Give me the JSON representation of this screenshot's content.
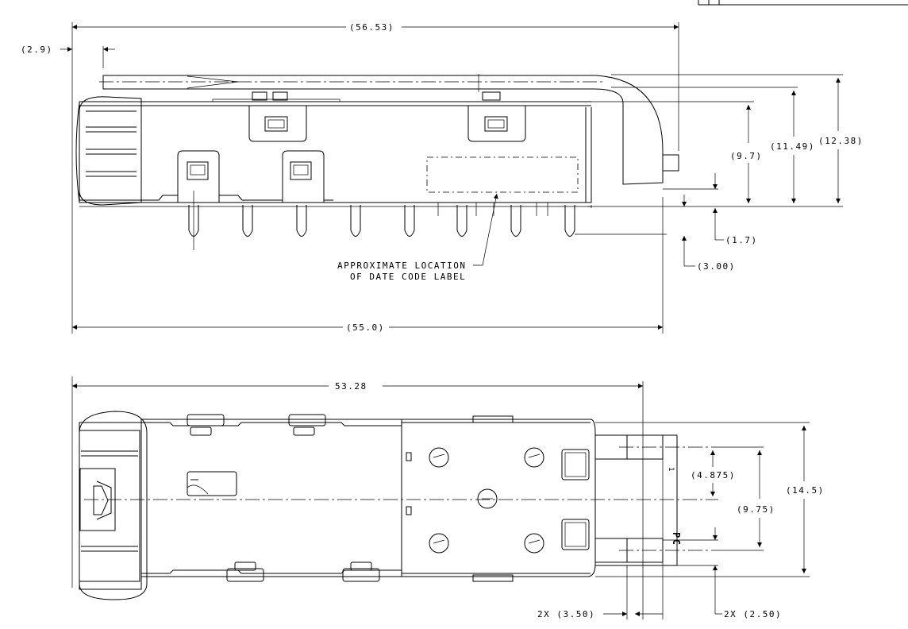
{
  "side_view": {
    "dims": {
      "overall_length": "(56.53)",
      "offset_left": "(2.9)",
      "body_length": "(55.0)",
      "height_a": "(9.7)",
      "height_b": "(11.49)",
      "height_c": "(12.38)",
      "pin_step": "(1.7)",
      "pin_length": "(3.00)"
    },
    "label_line1": "APPROXIMATE LOCATION",
    "label_line2": "OF DATE CODE LABEL"
  },
  "top_view": {
    "dims": {
      "length": "53.28",
      "half_pitch": "(4.875)",
      "pitch": "(9.75)",
      "width": "(14.5)",
      "pad_length": "2X (3.50)",
      "pad_width": "2X (2.50)"
    },
    "marking": "PC",
    "pin_mark": "1"
  }
}
